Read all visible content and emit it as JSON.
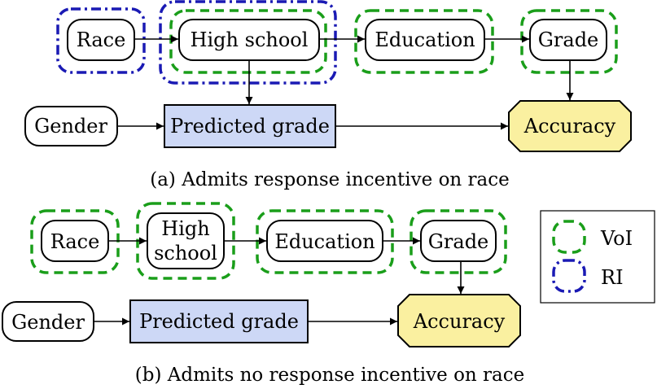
{
  "colors": {
    "voi": "#1a9e1a",
    "ri": "#1a1ab4",
    "decision_fill": "#cdd8f6",
    "utility_fill": "#faf0a0"
  },
  "diagram_a": {
    "nodes": {
      "race": "Race",
      "high_school": "High school",
      "education": "Education",
      "grade": "Grade",
      "gender": "Gender",
      "predicted_grade": "Predicted grade",
      "accuracy": "Accuracy"
    },
    "caption": "(a) Admits response incentive on race"
  },
  "diagram_b": {
    "nodes": {
      "race": "Race",
      "high_school_line1": "High",
      "high_school_line2": "school",
      "education": "Education",
      "grade": "Grade",
      "gender": "Gender",
      "predicted_grade": "Predicted grade",
      "accuracy": "Accuracy"
    },
    "caption": "(b) Admits no response incentive on race"
  },
  "legend": {
    "voi_label": "VoI",
    "ri_label": "RI"
  }
}
